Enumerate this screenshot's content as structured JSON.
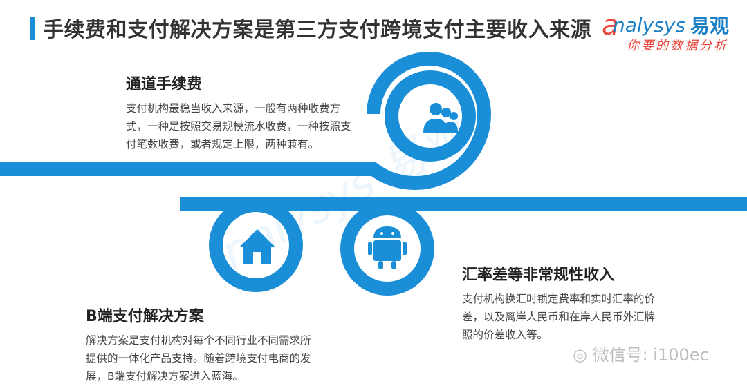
{
  "title": "手续费和支付解决方案是第三方支付跨境支付主要收入来源",
  "logo": {
    "en": "nalysys",
    "cn": "易观",
    "slogan": "你要的数据分析"
  },
  "colors": {
    "accent": "#1a8fd8",
    "title_bar": "#1a8fd8",
    "logo_red": "#e8463b"
  },
  "nodes": [
    {
      "id": "channel",
      "icon": "users-icon",
      "title": "通道手续费",
      "description": "支付机构最稳当收入来源，一般有两种收费方式，一种是按照交易规模流水收费，一种按照支付笔数收费，或者规定上限，两种兼有。"
    },
    {
      "id": "b2b",
      "icon": "home-icon",
      "title": "B端支付解决方案",
      "description": "解决方案是支付机构对每个不同行业不同需求所提供的一体化产品支持。随着跨境支付电商的发展，B端支付解决方案进入蓝海。"
    },
    {
      "id": "fx",
      "icon": "android-icon",
      "title": "汇率差等非常规性收入",
      "description": "支付机构换汇时锁定费率和实时汇率的价差，以及离岸人民币和在岸人民币外汇牌照的价差收入等。"
    }
  ],
  "watermark": "微信号: i100ec"
}
